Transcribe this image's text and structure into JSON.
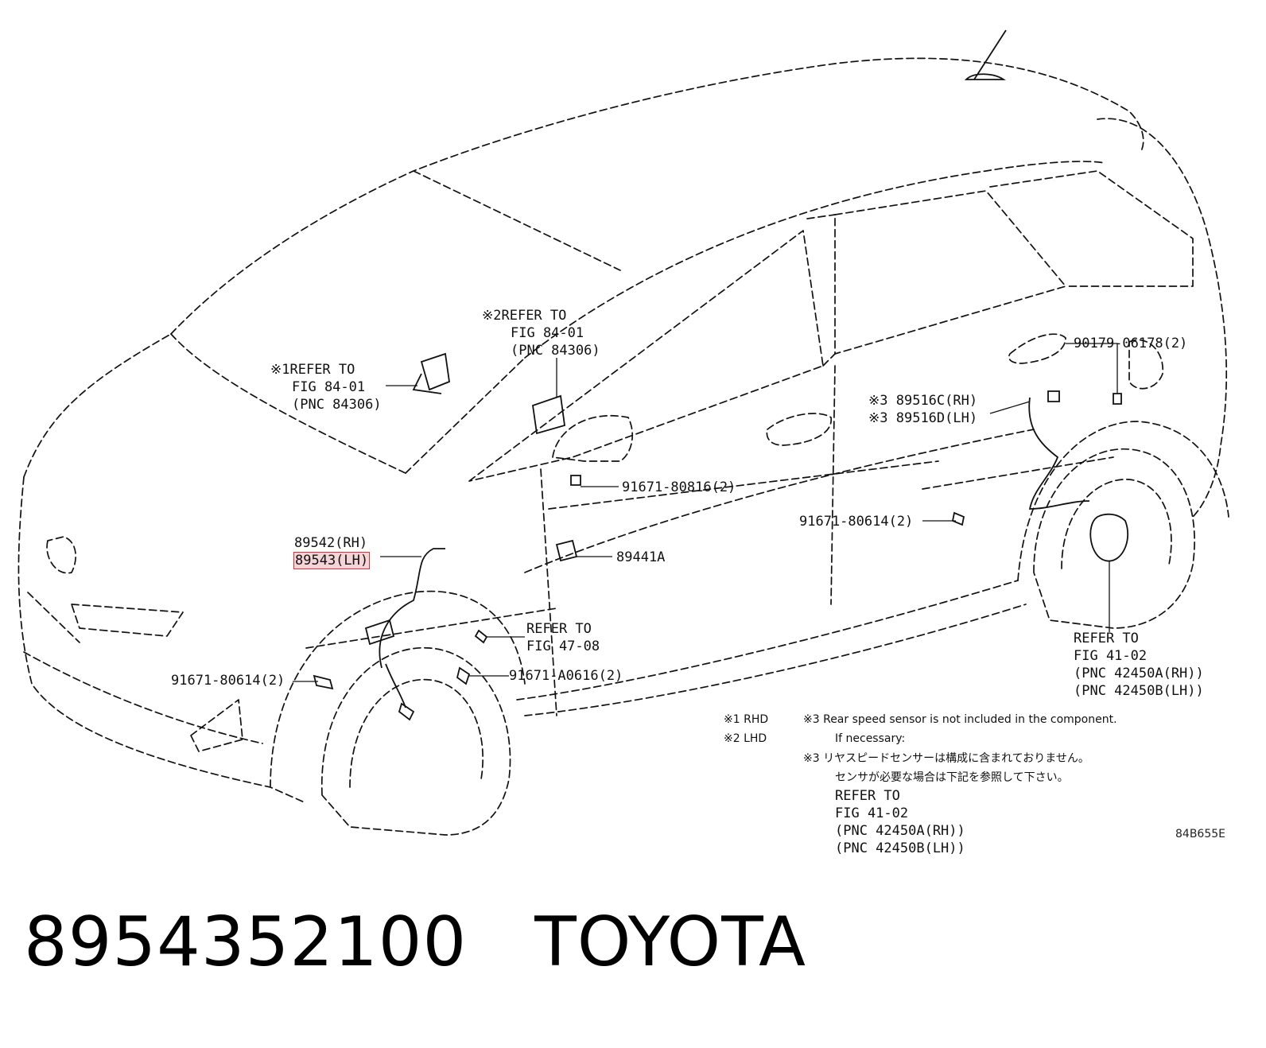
{
  "diagram": {
    "callouts": {
      "c1": {
        "mark": "※1",
        "l1": "REFER TO",
        "l2": "FIG 84-01",
        "l3": "(PNC 84306)"
      },
      "c2": {
        "mark": "※2",
        "l1": "REFER TO",
        "l2": "FIG 84-01",
        "l3": "(PNC 84306)"
      },
      "c3": {
        "l1": "89542(RH)",
        "l2": "89543(LH)"
      },
      "c4": {
        "l1": "REFER TO",
        "l2": "FIG 47-08"
      },
      "c5": "91671-80614(2)",
      "c6": "91671-A0616(2)",
      "c7": "91671-80816(2)",
      "c8": "89441A",
      "c9": "91671-80614(2)",
      "c10": {
        "mark1": "※3",
        "l1": "89516C(RH)",
        "mark2": "※3",
        "l2": "89516D(LH)"
      },
      "c11": "90179-06178(2)",
      "c12": {
        "l1": "REFER TO",
        "l2": "FIG 41-02",
        "l3": "(PNC 42450A(RH))",
        "l4": "(PNC 42450B(LH))"
      }
    },
    "notes": {
      "n1": {
        "mark": "※1",
        "text": "RHD"
      },
      "n2": {
        "mark": "※2",
        "text": "LHD"
      },
      "n3": {
        "mark": "※3",
        "text": "Rear speed sensor is not included in the component."
      },
      "n4": "If necessary:",
      "n5": {
        "mark": "※3",
        "text": "リヤスピードセンサーは構成に含まれておりません。"
      },
      "n6": "センサが必要な場合は下記を参照して下さい。",
      "n7": {
        "l1": "REFER TO",
        "l2": "FIG 41-02",
        "l3": "(PNC 42450A(RH))",
        "l4": "(PNC 42450B(LH))"
      }
    },
    "figure_code": "84B655E"
  },
  "caption": {
    "part_number": "8954352100",
    "brand": "TOYOTA"
  }
}
